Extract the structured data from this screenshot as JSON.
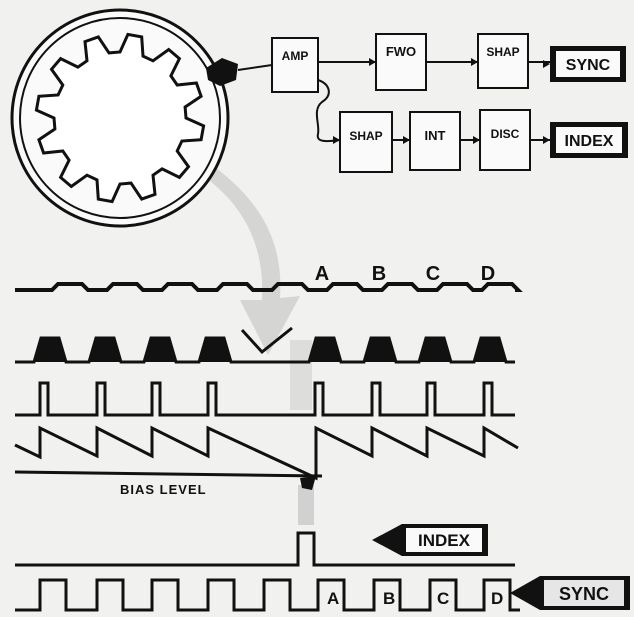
{
  "blocks": {
    "amp": "AMP",
    "fwo": "FWO",
    "shap_top": "SHAP",
    "sync": "SYNC",
    "shap_bottom": "SHAP",
    "int": "INT",
    "disc": "DISC",
    "index": "INDEX"
  },
  "slot_labels": [
    "A",
    "B",
    "C",
    "D"
  ],
  "bias_level_label": "BIAS LEVEL",
  "index_tag": "INDEX",
  "sync_tag": "SYNC",
  "bottom_slot_labels": [
    "A",
    "B",
    "C",
    "D"
  ]
}
